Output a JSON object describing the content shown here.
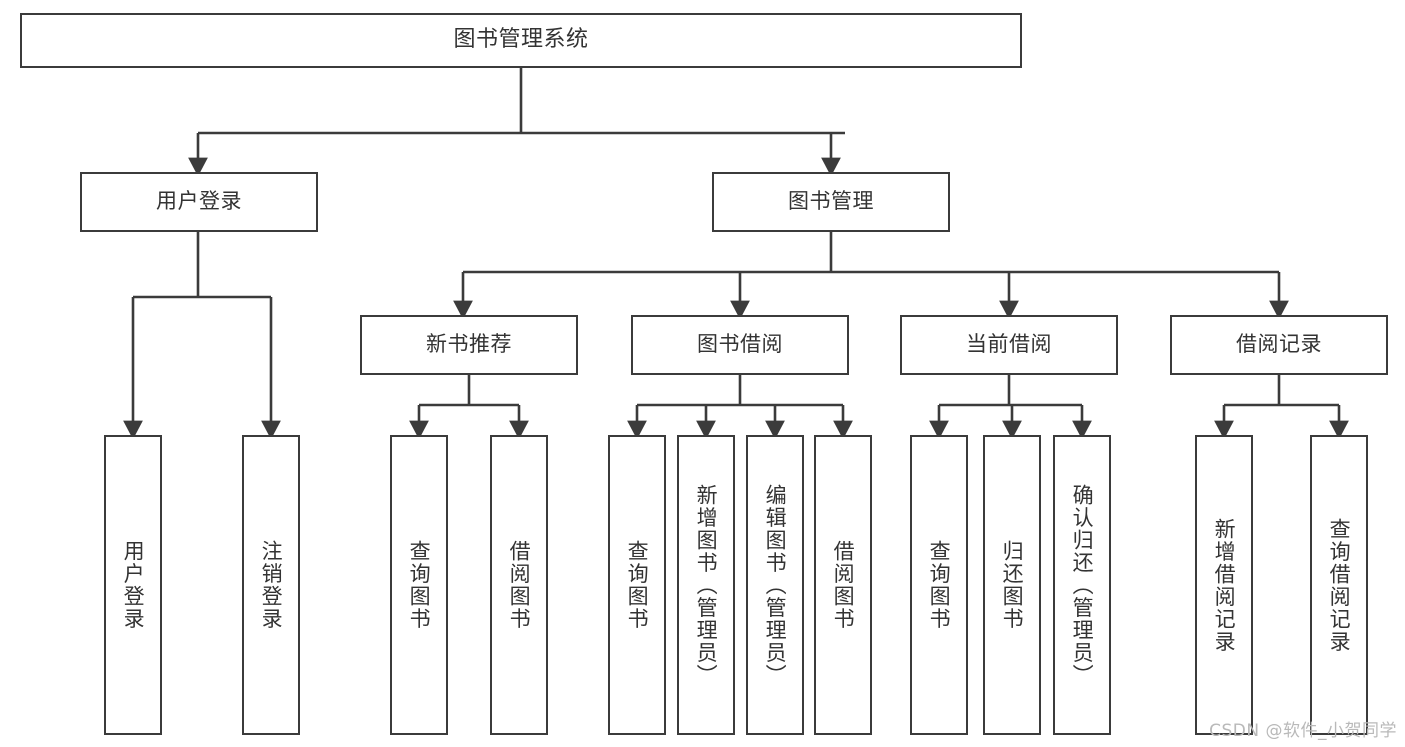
{
  "diagram": {
    "title": "图书管理系统",
    "type": "tree-hierarchy-diagram",
    "background_color": "#ffffff",
    "node_border_color": "#3b3b3b",
    "node_fill_color": "#ffffff",
    "edge_color": "#3b3b3b",
    "text_color": "#333333"
  },
  "nodes": {
    "root": {
      "label": "图书管理系统"
    },
    "level2": [
      {
        "label": "用户登录"
      },
      {
        "label": "图书管理"
      }
    ],
    "level3": [
      {
        "label": "新书推荐"
      },
      {
        "label": "图书借阅"
      },
      {
        "label": "当前借阅"
      },
      {
        "label": "借阅记录"
      }
    ],
    "leaves": {
      "user_login": [
        {
          "label": "用户登录"
        },
        {
          "label": "注销登录"
        }
      ],
      "new_book_recommend": [
        {
          "label": "查询图书"
        },
        {
          "label": "借阅图书"
        }
      ],
      "book_borrow": [
        {
          "label": "查询图书"
        },
        {
          "label": "新增图书（管理员）"
        },
        {
          "label": "编辑图书（管理员）"
        },
        {
          "label": "借阅图书"
        }
      ],
      "current_borrow": [
        {
          "label": "查询图书"
        },
        {
          "label": "归还图书"
        },
        {
          "label": "确认归还（管理员）"
        }
      ],
      "borrow_record": [
        {
          "label": "新增借阅记录"
        },
        {
          "label": "查询借阅记录"
        }
      ]
    }
  },
  "watermark": {
    "text": "CSDN @软件_小贺同学"
  }
}
